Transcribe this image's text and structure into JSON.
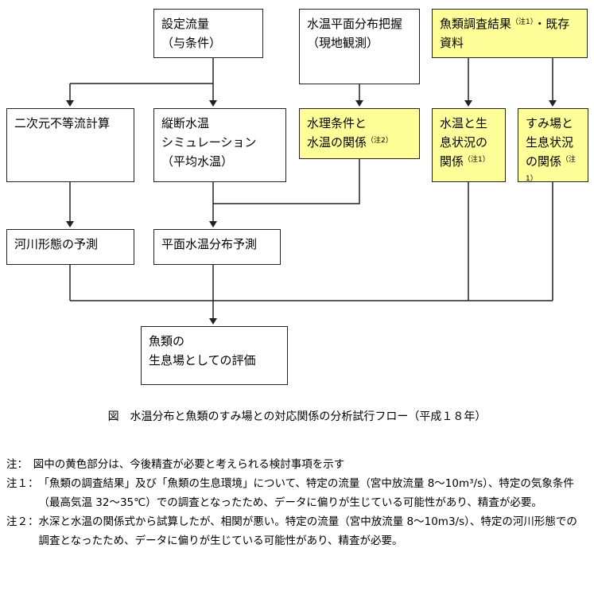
{
  "boxes": {
    "flow_setting": "設定流量\n（与条件）",
    "water_temp_survey": "水温平面分布把握\n（現地観測）",
    "fish_survey_main": "魚類調査結果",
    "fish_survey_note": "（注1）",
    "fish_survey_tail": "・既存\n資料",
    "nonuniform_calc": "二次元不等流計算",
    "longitudinal_sim": "縦断水温\nシミュレーション\n（平均水温）",
    "hydraulic_main": "水理条件と\n水温の関係",
    "hydraulic_note": "（注2）",
    "habitat_relation_main": "水温と生\n息状況の\n関係",
    "habitat_relation_note": "（注1）",
    "sumiba_relation_main": "すみ場と\n生息状況\nの関係",
    "sumiba_relation_note": "（注\n1）",
    "river_form_prediction": "河川形態の予測",
    "plane_temp_prediction": "平面水温分布予測",
    "evaluation": "魚類の\n生息場としての評価"
  },
  "caption": "図　水温分布と魚類のすみ場との対応関係の分析試行フロー（平成１８年）",
  "notes": [
    {
      "label": "注：　",
      "text": "図中の黄色部分は、今後精査が必要と考えられる検討事項を示す"
    },
    {
      "label": "注１：",
      "text": "「魚類の調査結果」及び「魚類の生息環境」について、特定の流量（宮中放流量 8〜10m³/s）、特定の気象条件（最高気温 32〜35℃）での調査となったため、データに偏りが生じている可能性があり、精査が必要。"
    },
    {
      "label": "注２：",
      "text": "水深と水温の関係式から試算したが、相関が悪い。特定の流量（宮中放流量 8〜10m3/s）、特定の河川形態での調査となったため、データに偏りが生じている可能性があり、精査が必要。"
    }
  ],
  "colors": {
    "highlight": "#ffff99",
    "line": "#222222"
  }
}
